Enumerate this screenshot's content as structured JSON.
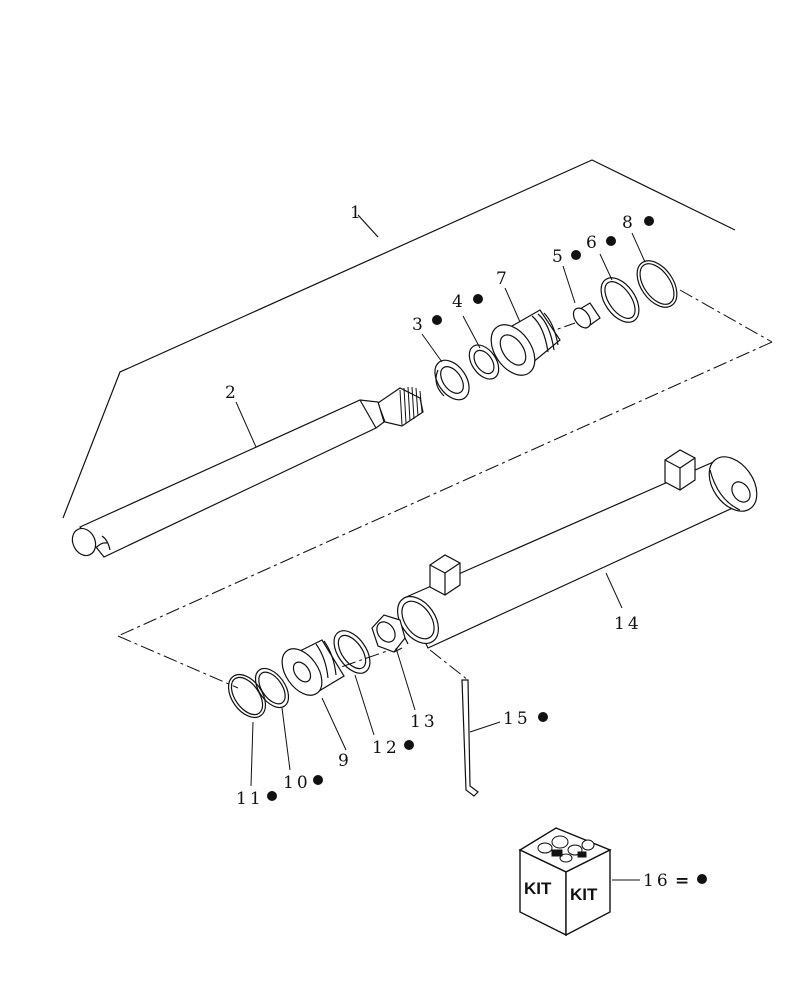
{
  "callouts": {
    "c1": "1",
    "c2": "2",
    "c3": "3",
    "c4": "4",
    "c5": "5",
    "c6": "6",
    "c7": "7",
    "c8": "8",
    "c9": "9",
    "c10": "10",
    "c11": "11",
    "c12": "12",
    "c13": "13",
    "c14": "14",
    "c15": "15",
    "c16": "16"
  },
  "kit": {
    "left_label": "KIT",
    "right_label": "KIT",
    "equals": "="
  },
  "kit_marked_items": [
    "3",
    "4",
    "5",
    "6",
    "8",
    "10",
    "11",
    "12",
    "15"
  ]
}
